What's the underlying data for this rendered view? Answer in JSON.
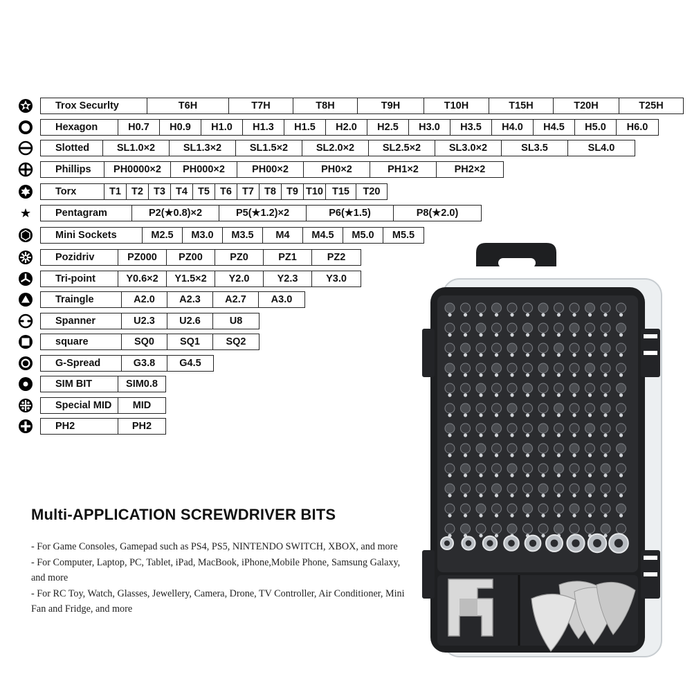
{
  "table": [
    {
      "name": "Trox Securlty",
      "icon": "trox-security-icon",
      "items": [
        "T6H",
        "T7H",
        "T8H",
        "T9H",
        "T10H",
        "T15H",
        "T20H",
        "T25H"
      ]
    },
    {
      "name": "Hexagon",
      "icon": "hexagon-icon",
      "items": [
        "H0.7",
        "H0.9",
        "H1.0",
        "H1.3",
        "H1.5",
        "H2.0",
        "H2.5",
        "H3.0",
        "H3.5",
        "H4.0",
        "H4.5",
        "H5.0",
        "H6.0"
      ]
    },
    {
      "name": "Slotted",
      "icon": "slotted-icon",
      "items": [
        "SL1.0×2",
        "SL1.3×2",
        "SL1.5×2",
        "SL2.0×2",
        "SL2.5×2",
        "SL3.0×2",
        "SL3.5",
        "SL4.0"
      ]
    },
    {
      "name": "Phillips",
      "icon": "phillips-icon",
      "items": [
        "PH0000×2",
        "PH000×2",
        "PH00×2",
        "PH0×2",
        "PH1×2",
        "PH2×2"
      ]
    },
    {
      "name": "Torx",
      "icon": "torx-icon",
      "items": [
        "T1",
        "T2",
        "T3",
        "T4",
        "T5",
        "T6",
        "T7",
        "T8",
        "T9",
        "T10",
        "T15",
        "T20"
      ]
    },
    {
      "name": "Pentagram",
      "icon": "pentagram-icon",
      "items": [
        "P2(★0.8)×2",
        "P5(★1.2)×2",
        "P6(★1.5)",
        "P8(★2.0)"
      ]
    },
    {
      "name": "Mini Sockets",
      "icon": "mini-sockets-icon",
      "items": [
        "M2.5",
        "M3.0",
        "M3.5",
        "M4",
        "M4.5",
        "M5.0",
        "M5.5"
      ]
    },
    {
      "name": "Pozidriv",
      "icon": "pozidriv-icon",
      "items": [
        "PZ000",
        "PZ00",
        "PZ0",
        "PZ1",
        "PZ2"
      ]
    },
    {
      "name": "Tri-point",
      "icon": "tri-point-icon",
      "items": [
        "Y0.6×2",
        "Y1.5×2",
        "Y2.0",
        "Y2.3",
        "Y3.0"
      ]
    },
    {
      "name": "Traingle",
      "icon": "triangle-icon",
      "items": [
        "A2.0",
        "A2.3",
        "A2.7",
        "A3.0"
      ]
    },
    {
      "name": "Spanner",
      "icon": "spanner-icon",
      "items": [
        "U2.3",
        "U2.6",
        "U8"
      ]
    },
    {
      "name": "square",
      "icon": "square-icon",
      "items": [
        "SQ0",
        "SQ1",
        "SQ2"
      ]
    },
    {
      "name": "G-Spread",
      "icon": "g-spread-icon",
      "items": [
        "G3.8",
        "G4.5"
      ]
    },
    {
      "name": "SIM BIT",
      "icon": "sim-bit-icon",
      "items": [
        "SIM0.8"
      ]
    },
    {
      "name": "Special MID",
      "icon": "special-mid-icon",
      "items": [
        "MID"
      ]
    },
    {
      "name": "PH2",
      "icon": "ph2-icon",
      "items": [
        "PH2"
      ]
    }
  ],
  "title": "Multi-APPLICATION SCREWDRIVER BITS",
  "bullets": [
    "- For Game Consoles, Gamepad such as PS4, PS5, NINTENDO SWITCH, XBOX, and more",
    "- For Computer, Laptop, PC, Tablet, iPad, MacBook, iPhone,Mobile Phone, Samsung Galaxy, and more",
    "- For RC Toy, Watch, Glasses, Jewellery, Camera, Drone, TV Controller, Air Conditioner, Mini Fan and Fridge, and more"
  ],
  "product": {
    "icon": "screwdriver-bit-case-image",
    "case_color": "#1e1f21",
    "tool_color": "#d9d9d9"
  }
}
